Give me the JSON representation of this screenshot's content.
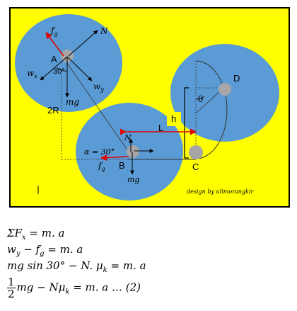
{
  "diagram": {
    "labels": {
      "fg_top": "f",
      "fg_top_sub": "g",
      "N_top": "N",
      "A": "A",
      "angle_A": "30°",
      "wx": "w",
      "wx_sub": "x",
      "wy": "w",
      "wy_sub": "y",
      "mg_top": "mg",
      "two_r": "2R",
      "D": "D",
      "theta": "θ",
      "h": "h",
      "L": "L",
      "N_bottom": "N",
      "alpha_B": "α = 30°",
      "fg_bottom": "f",
      "fg_bottom_sub": "g",
      "B": "B",
      "C": "C",
      "mg_bottom": "mg",
      "credit": "design by ulimorangkir"
    },
    "colors": {
      "background": "#ffff00",
      "circle": "#5b9bd5",
      "ball": "#a6a6a6",
      "force_red": "#e00000",
      "h_box": "#ffff00"
    }
  },
  "equations": {
    "eq1": "ΣF",
    "eq1_sub": "x",
    "eq1_rest": " = m. a",
    "eq2a": "w",
    "eq2a_sub": "y",
    "eq2b": " − f",
    "eq2b_sub": "g",
    "eq2_rest": " = m. a",
    "eq3": "mg sin 30° − N. μ",
    "eq3_sub": "k",
    "eq3_rest": " = m. a",
    "eq4_num": "1",
    "eq4_den": "2",
    "eq4_rest": "mg − Nμ",
    "eq4_sub": "k",
    "eq4_tail": " = m. a … (2)"
  }
}
